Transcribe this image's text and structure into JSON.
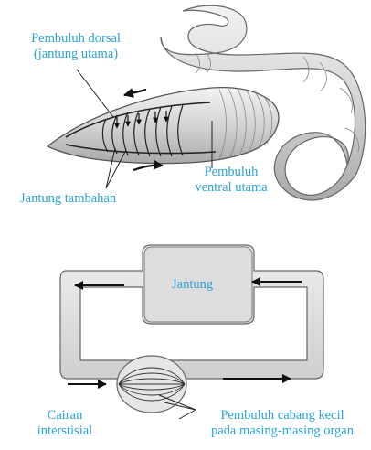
{
  "top_diagram": {
    "label_dorsal_line1": "Pembuluh dorsal",
    "label_dorsal_line2": "(jantung utama)",
    "label_hearts": "Jantung tambahan",
    "label_ventral_line1": "Pembuluh",
    "label_ventral_line2": "ventral utama"
  },
  "bottom_diagram": {
    "label_heart": "Jantung",
    "label_fluid_line1": "Cairan",
    "label_fluid_line2": "interstisial",
    "label_capillaries_line1": "Pembuluh cabang kecil",
    "label_capillaries_line2": "pada masing-masing organ"
  },
  "colors": {
    "label_text": "#2aa4d6",
    "arrows": "#111111",
    "worm_fill": "#dcdcdc",
    "vessel_fill": "#e4e4e4"
  }
}
